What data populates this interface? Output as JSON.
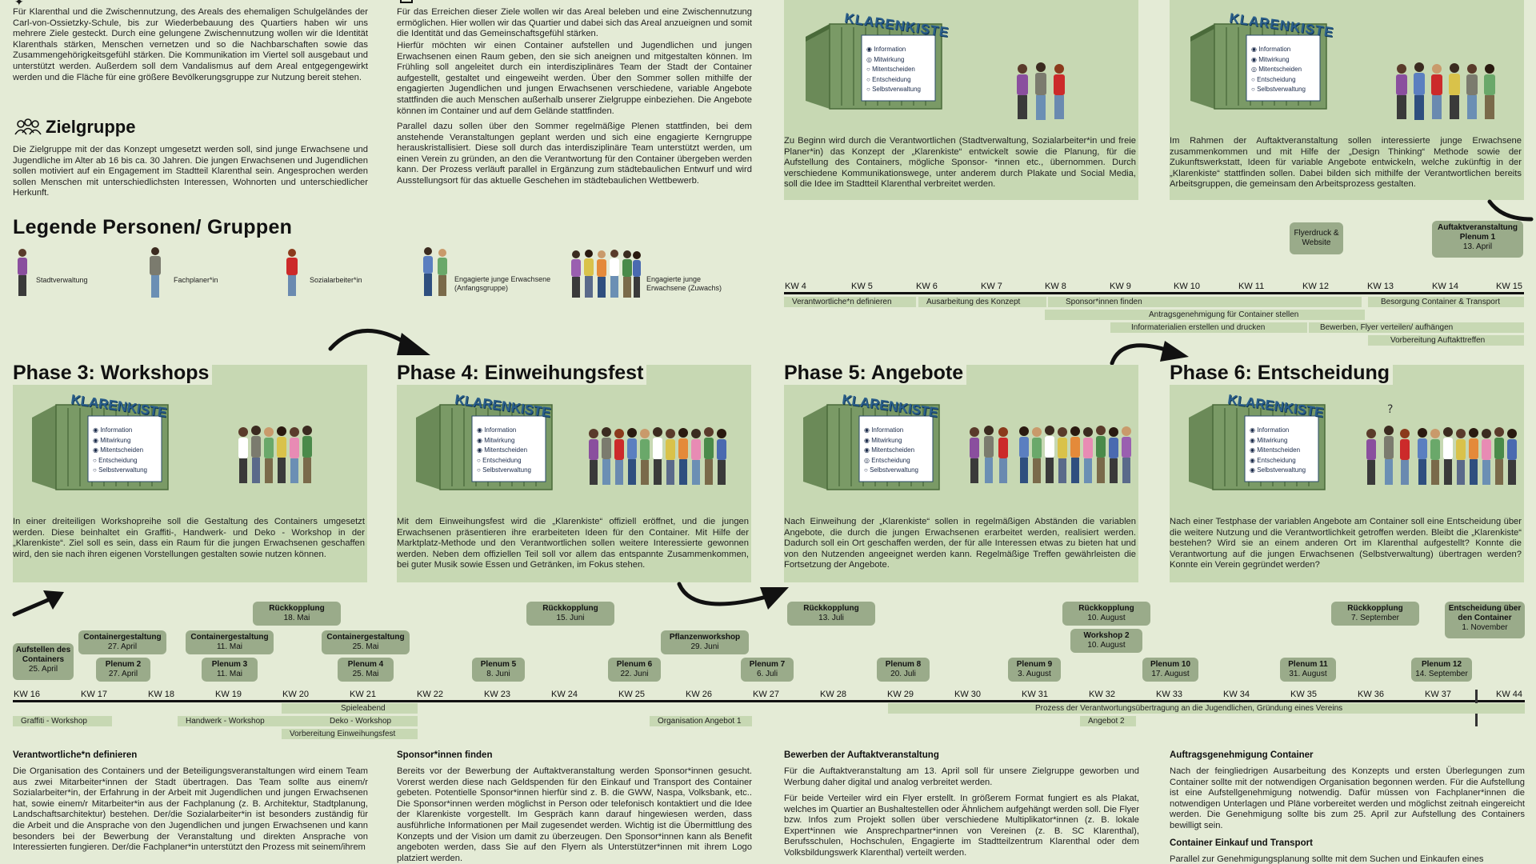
{
  "intro": {
    "text": "Für Klarenthal und die Zwischennutzung, des Areals des ehemaligen Schulgeländes der Carl-von-Ossietzky-Schule, bis zur Wiederbebauung des Quartiers haben wir uns mehrere Ziele gesteckt. Durch eine gelungene Zwischennutzung wollen wir die Identität Klarenthals stärken, Menschen vernetzen und so die Nachbarschaften sowie das Zusammengehörigkeitsgefühl stärken. Die Kommunikation im Viertel soll ausgebaut und unterstützt werden. Außerdem soll dem Vandalismus auf dem Areal entgegengewirkt werden und die Fläche für eine größere Bevölkerungsgruppe zur Nutzung bereit stehen."
  },
  "zielgruppe": {
    "title": "Zielgruppe",
    "text": "Die Zielgruppe mit der das Konzept umgesetzt werden soll, sind junge Erwachsene und Jugendliche im Alter ab 16 bis ca. 30 Jahren. Die jungen Erwachsenen und Jugendlichen sollen motiviert auf ein Engagement im Stadtteil Klarenthal sein. Angesprochen werden sollen Menschen mit unterschiedlichsten Interessen, Wohnorten und unterschiedlicher Herkunft."
  },
  "konzept": {
    "text1": "Für das Erreichen dieser Ziele wollen wir das Areal beleben und eine Zwischennutzung ermöglichen. Hier wollen wir das Quartier und dabei sich das Areal anzueignen und somit die Identität und das Gemeinschaftsgefühl stärken.",
    "text2": "Hierfür möchten wir einen Container aufstellen und Jugendlichen und jungen Erwachsenen einen Raum geben, den sie sich aneignen und mitgestalten können. Im Frühling soll angeleitet durch ein interdisziplinäres Team der Stadt der Container aufgestellt, gestaltet und eingeweiht werden. Über den Sommer sollen mithilfe der engagierten Jugendlichen und jungen Erwachsenen verschiedene, variable Angebote stattfinden die auch Menschen außerhalb unserer Zielgruppe einbeziehen. Die Angebote können im Container und auf dem Gelände stattfinden.",
    "text3": "Parallel dazu sollen über den Sommer regelmäßige Plenen stattfinden, bei dem anstehende Veranstaltungen geplant werden und sich eine engagierte Kerngruppe herauskristallisiert. Diese soll durch das interdisziplinäre Team unterstützt werden, um einen Verein zu gründen, an den die Verantwortung für den Container übergeben werden kann. Der Prozess verläuft parallel in Ergänzung zum städtebaulichen Entwurf und wird Ausstellungsort für das aktuelle Geschehen im städtebaulichen Wettbewerb."
  },
  "legend": {
    "title": "Legende Personen/ Gruppen",
    "items": [
      "Stadtverwaltung",
      "Fachplaner*in",
      "Sozialarbeiter*in",
      "Engagierte junge Erwachsene (Anfangsgruppe)",
      "Engagierte junge Erwachsene (Zuwachs)"
    ]
  },
  "container": {
    "sign": "KLARENKISTE",
    "items": [
      "Information",
      "Mitwirkung",
      "Mitentscheiden",
      "Entscheidung",
      "Selbstverwaltung"
    ]
  },
  "phase1": {
    "text": "Zu Beginn wird durch die Verantwortlichen (Stadtverwaltung, Sozialarbeiter*in und freie Planer*in) das Konzept der „Klarenkiste“ entwickelt sowie die Planung, für die Aufstellung des Containers, mögliche Sponsor- *innen etc., übernommen. Durch verschiedene Kommunikationswege, unter anderem durch Plakate und Social Media, soll die Idee im Stadtteil Klarenthal verbreitet werden."
  },
  "phase2": {
    "text": "Im Rahmen der Auftaktveranstaltung sollen interessierte junge Erwachsene zusammenkommen und mit Hilfe der „Design Thinking“ Methode sowie der Zukunftswerkstatt, Ideen für variable Angebote entwickeln, welche zukünftig in der „Klarenkiste“ stattfinden sollen. Dabei bilden sich mithilfe der Verantwortlichen bereits Arbeitsgruppen, die gemeinsam den Arbeitsprozess gestalten."
  },
  "top_timeline": {
    "weeks": [
      "KW 4",
      "KW 5",
      "KW 6",
      "KW 7",
      "KW 8",
      "KW 9",
      "KW 10",
      "KW 11",
      "KW 12",
      "KW 13",
      "KW 14",
      "KW 15"
    ],
    "pills": [
      {
        "title": "Flyerdruck & Website",
        "sub": ""
      },
      {
        "title": "Auftaktveranstaltung Plenum 1",
        "sub": "13. April"
      }
    ],
    "bars": [
      "Verantwortliche*n definieren",
      "Ausarbeitung des Konzept",
      "Sponsor*innen finden",
      "Besorgung Container & Transport",
      "Antragsgenehmigung für Container stellen",
      "Informaterialien erstellen und drucken",
      "Bewerben, Flyer verteilen/ aufhängen",
      "Vorbereitung Auftakttreffen"
    ]
  },
  "phases": {
    "p3": {
      "title": "Phase 3: Workshops",
      "text": "In einer dreiteiligen Workshopreihe soll die Gestaltung des Containers umgesetzt werden. Diese beinhaltet ein Graffiti-, Handwerk- und Deko - Workshop in der „Klarenkiste“. Ziel soll es sein, dass ein Raum für die jungen Erwachsenen geschaffen wird, den sie nach ihren eigenen Vorstellungen gestalten sowie nutzen können."
    },
    "p4": {
      "title": "Phase 4: Einweihungsfest",
      "text": "Mit dem Einweihungsfest wird die „Klarenkiste“ offiziell eröffnet, und die jungen Erwachsenen präsentieren ihre erarbeiteten Ideen für den Container. Mit Hilfe der Marktplatz-Methode und den Verantwortlichen sollen weitere Interessierte gewonnen werden. Neben dem offiziellen Teil soll vor allem das entspannte Zusammenkommen, bei guter Musik sowie Essen und Getränken, im Fokus stehen."
    },
    "p5": {
      "title": "Phase 5: Angebote",
      "text": "Nach Einweihung der „Klarenkiste“ sollen in regelmäßigen Abständen die variablen Angebote, die durch die jungen Erwachsenen erarbeitet werden, realisiert werden. Dadurch soll ein Ort geschaffen werden, der für alle Interessen etwas zu bieten hat und von den Nutzenden angeeignet werden kann. Regelmäßige Treffen gewährleisten die Fortsetzung der Angebote."
    },
    "p6": {
      "title": "Phase 6: Entscheidung",
      "text": "Nach einer Testphase der variablen Angebote am Container soll eine Entscheidung über die weitere Nutzung und die Verantwortlichkeit getroffen werden. Bleibt die „Klarenkiste“ bestehen? Wird sie an einem anderen Ort im Klarenthal aufgestellt? Konnte die Verantwortung auf die jungen Erwachsenen (Selbstverwaltung) übertragen werden? Konnte ein Verein gegründet werden?"
    }
  },
  "bottom_timeline": {
    "weeks": [
      "KW 16",
      "KW 17",
      "KW 18",
      "KW 19",
      "KW 20",
      "KW 21",
      "KW 22",
      "KW 23",
      "KW 24",
      "KW 25",
      "KW 26",
      "KW 27",
      "KW 28",
      "KW 29",
      "KW 30",
      "KW 31",
      "KW 32",
      "KW 33",
      "KW 34",
      "KW 35",
      "KW 36",
      "KW 37",
      "KW 44"
    ],
    "pills": [
      {
        "title": "Aufstellen des Containers",
        "sub": "25. April"
      },
      {
        "title": "Containergestaltung",
        "sub": "27. April"
      },
      {
        "title": "Plenum 2",
        "sub": "27. April"
      },
      {
        "title": "Containergestaltung",
        "sub": "11. Mai"
      },
      {
        "title": "Plenum 3",
        "sub": "11. Mai"
      },
      {
        "title": "Rückkopplung",
        "sub": "18. Mai"
      },
      {
        "title": "Containergestaltung",
        "sub": "25. Mai"
      },
      {
        "title": "Plenum 4",
        "sub": "25. Mai"
      },
      {
        "title": "Plenum 5",
        "sub": "8. Juni"
      },
      {
        "title": "Rückkopplung",
        "sub": "15. Juni"
      },
      {
        "title": "Plenum 6",
        "sub": "22. Juni"
      },
      {
        "title": "Pflanzenworkshop",
        "sub": "29. Juni"
      },
      {
        "title": "Plenum 7",
        "sub": "6. Juli"
      },
      {
        "title": "Rückkopplung",
        "sub": "13. Juli"
      },
      {
        "title": "Plenum 8",
        "sub": "20. Juli"
      },
      {
        "title": "Plenum 9",
        "sub": "3. August"
      },
      {
        "title": "Rückkopplung",
        "sub": "10. August"
      },
      {
        "title": "Workshop 2",
        "sub": "10. August"
      },
      {
        "title": "Plenum 10",
        "sub": "17. August"
      },
      {
        "title": "Plenum 11",
        "sub": "31. August"
      },
      {
        "title": "Rückkopplung",
        "sub": "7. September"
      },
      {
        "title": "Plenum 12",
        "sub": "14. September"
      },
      {
        "title": "Entscheidung über den Container",
        "sub": "1. November"
      }
    ],
    "bars": [
      "Spieleabend",
      "Graffiti - Workshop",
      "Handwerk - Workshop",
      "Deko - Workshop",
      "Vorbereitung Einweihungsfest",
      "Organisation Angebot 1",
      "Prozess der Verantwortungsübertragung an die Jugendlichen, Gründung eines Vereins",
      "Angebot 2"
    ]
  },
  "bottom_text": {
    "c1": {
      "title": "Verantwortliche*n definieren",
      "text": "Die Organisation des Containers und der Beteiligungsveranstaltungen wird einem Team aus zwei Mitarbeiter*innen der Stadt übertragen. Das Team sollte aus einem/r Sozialarbeiter*in, der Erfahrung in der Arbeit mit Jugendlichen und jungen Erwachsenen hat, sowie einem/r Mitarbeiter*in aus der Fachplanung (z. B. Architektur, Stadtplanung, Landschaftsarchitektur) bestehen. Der/die Sozialarbeiter*in ist besonders zuständig für die Arbeit und die Ansprache von den Jugendlichen und jungen Erwachsenen und kann besonders bei der Bewerbung der Veranstaltung und direkten Ansprache von Interessierten fungieren. Der/die Fachplaner*in unterstützt den Prozess mit seinem/ihrem"
    },
    "c2": {
      "title": "Sponsor*innen finden",
      "text": "Bereits vor der Bewerbung der Auftaktveranstaltung werden Sponsor*innen gesucht. Vorerst werden diese nach Geldspenden für den Einkauf und Transport des Container gebeten. Potentielle Sponsor*innen hierfür sind z. B. die GWW, Naspa, Volksbank, etc.. Die Sponsor*innen werden möglichst in Person oder telefonisch kontaktiert und die Idee der Klarenkiste vorgestellt. Im Gespräch kann darauf hingewiesen werden, dass ausführliche Informationen per Mail zugesendet werden. Wichtig ist die Übermittlung des Konzepts und der Vision um damit zu überzeugen. Den Sponsor*innen kann als Benefit angeboten werden, dass Sie auf den Flyern als Unterstützer*innen mit ihrem Logo platziert werden."
    },
    "c3": {
      "title": "Bewerben der Auftaktveranstaltung",
      "text1": "Für die Auftaktveranstaltung am 13. April soll für unsere Zielgruppe geworben und Werbung daher digital und analog verbreitet werden.",
      "text2": "Für beide Verteiler wird ein Flyer erstellt. In größerem Format fungiert es als Plakat, welches im Quartier an Bushaltestellen oder Ähnlichem aufgehängt werden soll. Die Flyer bzw. Infos zum Projekt sollen über verschiedene Multiplikator*innen (z. B. lokale Expert*innen wie Ansprechpartner*innen von Vereinen (z. B. SC Klarenthal), Berufsschulen, Hochschulen, Engagierte im Stadtteilzentrum Klarenthal oder dem Volksbildungswerk Klarenthal) verteilt werden."
    },
    "c4": {
      "title": "Auftragsgenehmigung Container",
      "text": "Nach der feingliedrigen Ausarbeitung des Konzepts und ersten Überlegungen zum Container sollte mit der notwendigen Organisation begonnen werden. Für die Aufstellung ist eine Aufstellgenehmigung notwendig. Dafür müssen von Fachplaner*innen die notwendigen Unterlagen und Pläne vorbereitet werden und möglichst zeitnah eingereicht werden. Die Genehmigung sollte bis zum 25. April zur Aufstellung des Containers bewilligt sein.",
      "title2": "Container Einkauf und Transport",
      "text2": "Parallel zur Genehmigungsplanung sollte mit dem Suchen und Einkaufen eines"
    }
  }
}
